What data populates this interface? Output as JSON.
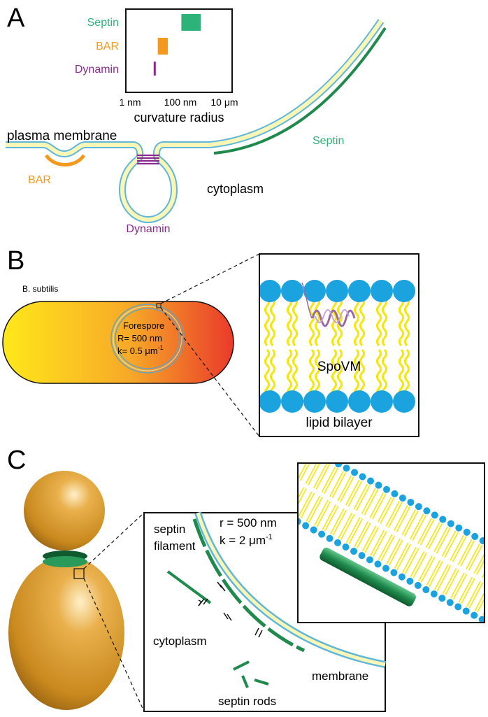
{
  "panels": {
    "a": {
      "letter": "A",
      "inset": {
        "series": [
          {
            "label": "Septin",
            "color": "#2db37a",
            "range_nm": [
              150,
              1000
            ]
          },
          {
            "label": "BAR",
            "color": "#f39a1e",
            "range_nm": [
              15,
              40
            ]
          },
          {
            "label": "Dynamin",
            "color": "#8a2a8f",
            "range_nm": [
              10,
              12
            ]
          }
        ],
        "ticks": [
          "1 nm",
          "100 nm",
          "10 μm"
        ],
        "xlabel": "curvature radius"
      },
      "labels": {
        "plasma_membrane": "plasma membrane",
        "bar": "BAR",
        "dynamin": "Dynamin",
        "septin": "Septin",
        "cytoplasm": "cytoplasm"
      },
      "colors": {
        "membrane_fill": "#fbf6b5",
        "membrane_edge": "#5fb7d9",
        "bar": "#f39a1e",
        "dynamin": "#8a2a8f",
        "septin": "#1f8a4c"
      }
    },
    "b": {
      "letter": "B",
      "cell_label": "B. subtilis",
      "forespore": {
        "title": "Forespore",
        "radius": "R= 500 nm",
        "curvature": "k= 0.5 μm"
      },
      "curvature_exp": "-1",
      "zoom": {
        "protein": "SpoVM",
        "bilayer": "lipid bilayer"
      },
      "colors": {
        "cell_left": "#ffe81a",
        "cell_mid": "#f7a928",
        "cell_right": "#ea3a2a",
        "head": "#1aa3df",
        "tail": "#f5e70a",
        "helix": "#9a6aa6"
      }
    },
    "c": {
      "letter": "C",
      "zoom": {
        "filament": "septin",
        "filament_2": "filament",
        "radius": "r = 500 nm",
        "curvature": "k = 2 μm",
        "curvature_exp": "-1",
        "cytoplasm": "cytoplasm",
        "rods": "septin rods",
        "membrane": "membrane"
      },
      "colors": {
        "yeast": "#d99a2b",
        "septin": "#1f8a4c",
        "head": "#1aa3df",
        "tail": "#f5e70a"
      }
    }
  }
}
